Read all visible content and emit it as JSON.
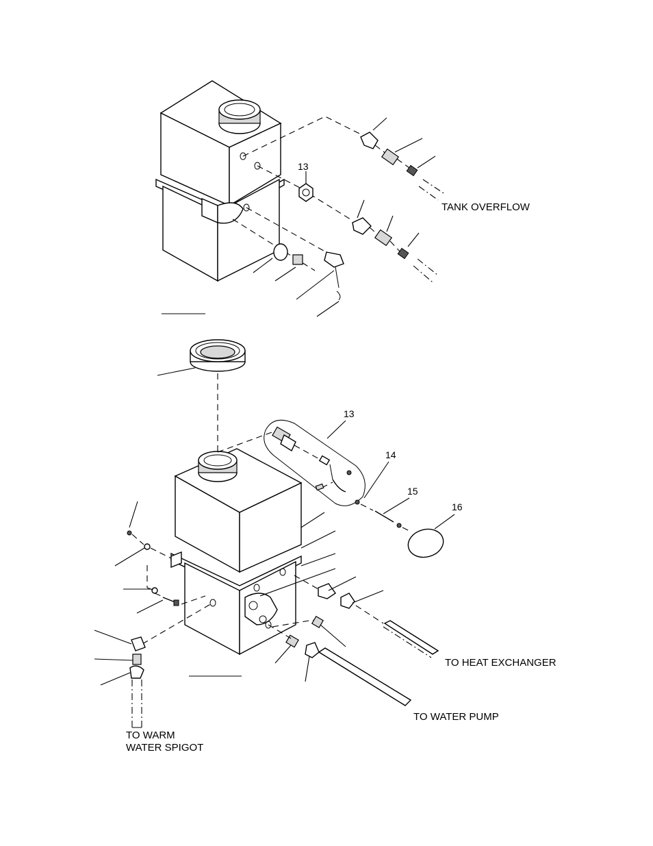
{
  "item_numbers": {
    "upper_fitting": "13",
    "float_assembly": "13",
    "washer": "14",
    "float_rod": "15",
    "float": "16"
  },
  "callouts": {
    "tank_overflow": "TANK OVERFLOW",
    "heat_exchanger": "TO HEAT EXCHANGER",
    "water_pump": "TO WATER PUMP",
    "warm_water_line1": "TO WARM",
    "warm_water_line2": "WATER SPIGOT"
  }
}
